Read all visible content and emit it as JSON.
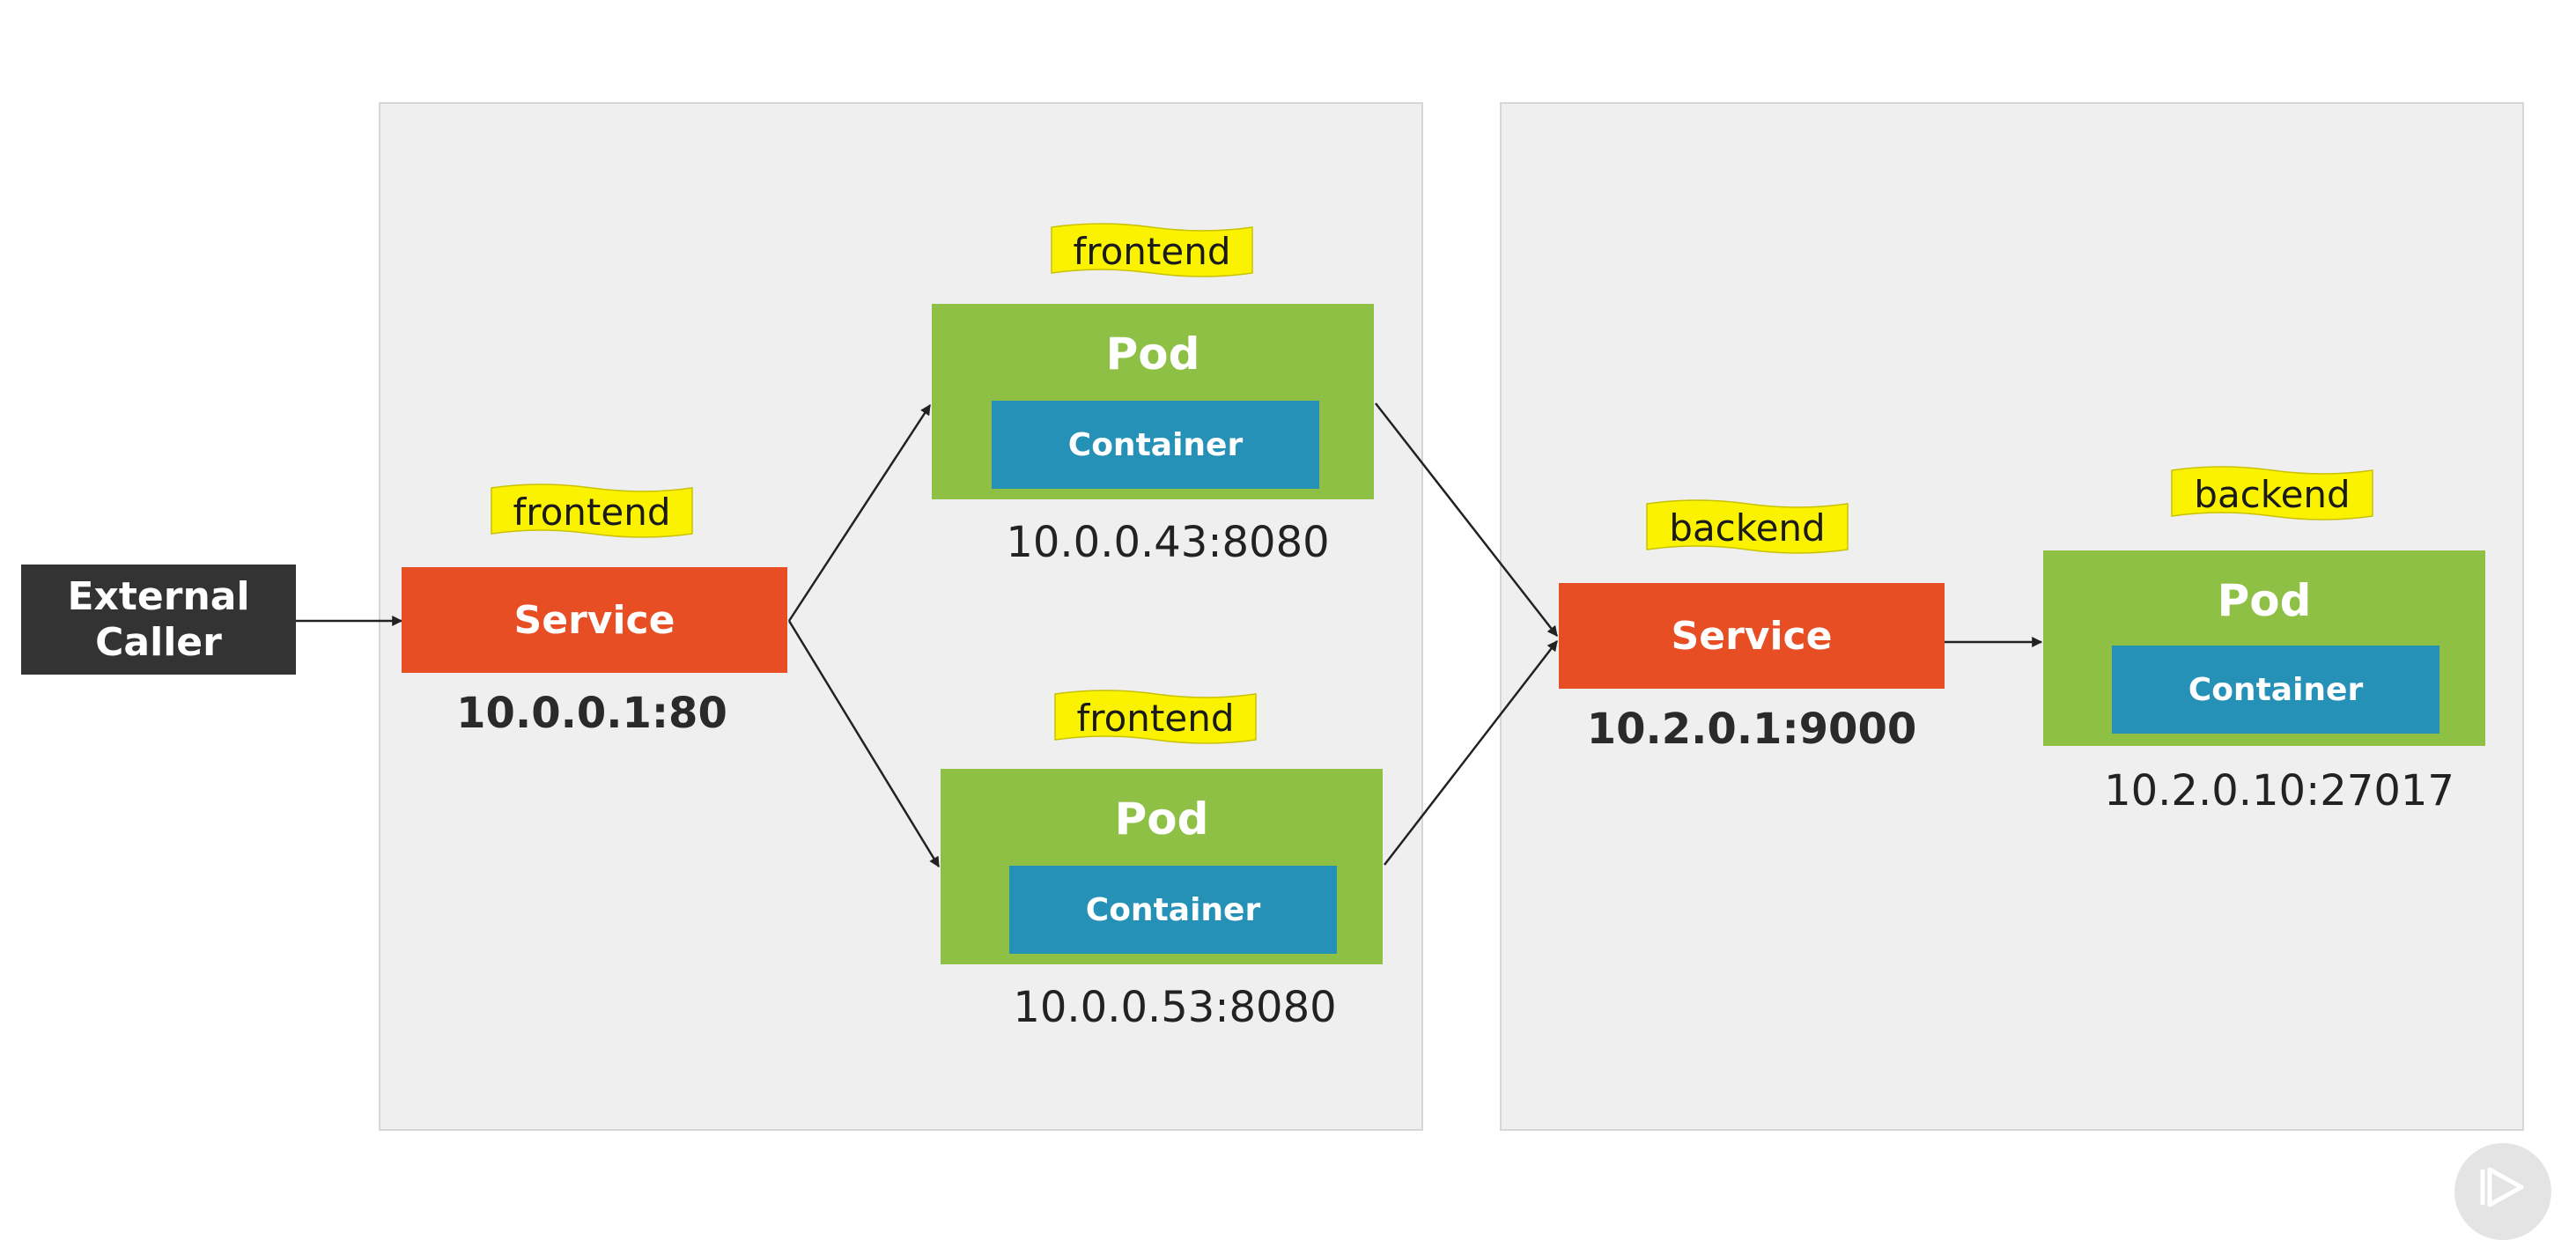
{
  "external_caller": {
    "line1": "External",
    "line2": "Caller"
  },
  "frontend": {
    "label": "frontend",
    "service": {
      "title": "Service",
      "address": "10.0.0.1:80"
    },
    "pods": [
      {
        "title": "Pod",
        "container": "Container",
        "address": "10.0.0.43:8080"
      },
      {
        "title": "Pod",
        "container": "Container",
        "address": "10.0.0.53:8080"
      }
    ]
  },
  "backend": {
    "label": "backend",
    "service": {
      "title": "Service",
      "address": "10.2.0.1:9000"
    },
    "pod": {
      "title": "Pod",
      "container": "Container",
      "address": "10.2.0.10:27017"
    }
  },
  "colors": {
    "panel": "#efefef",
    "service": "#e84e24",
    "pod": "#8dc045",
    "container": "#2591b7",
    "external": "#333333",
    "tag": "#fbf200"
  },
  "icons": {
    "player": "play-icon"
  }
}
